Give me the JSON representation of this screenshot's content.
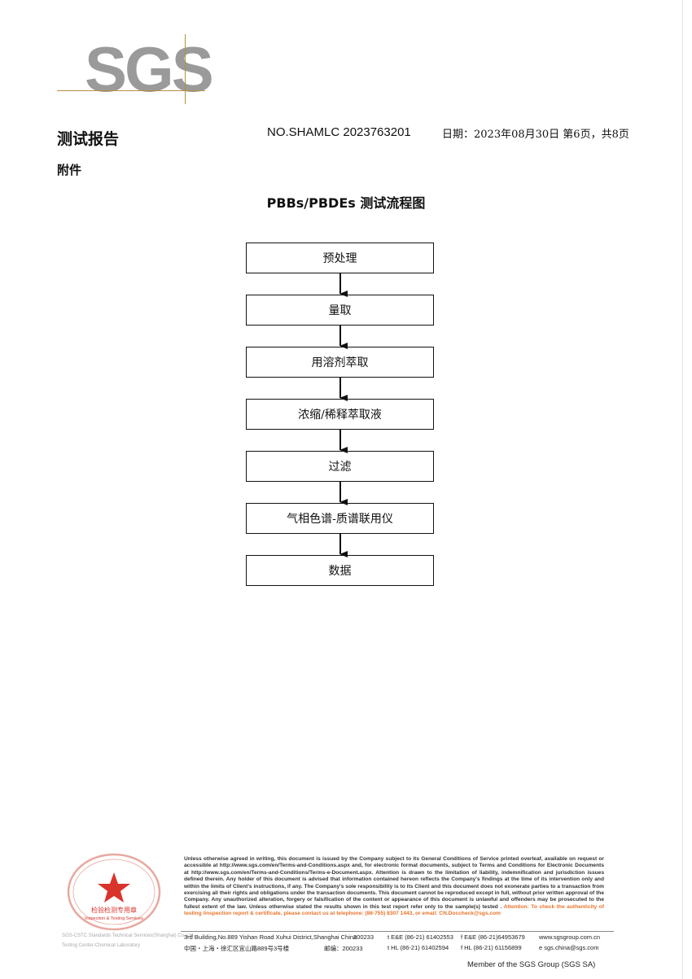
{
  "logo": {
    "text": "SGS",
    "color": "#9a9a9a",
    "accent": "#b98e3c"
  },
  "header": {
    "title": "测试报告",
    "report_no": "NO.SHAMLC 2023763201",
    "date_page": "日期：2023年08月30日  第6页，共8页",
    "attachment": "附件"
  },
  "flowchart": {
    "title": "PBBs/PBDEs 测试流程图",
    "steps": [
      "预处理",
      "量取",
      "用溶剂萃取",
      "浓缩/稀释萃取液",
      "过滤",
      "气相色谱-质谱联用仪",
      "数据"
    ]
  },
  "footer": {
    "disclaimer": "Unless otherwise agreed in writing, this document is issued by the Company subject to its General Conditions of Service printed overleaf, available on request or accessible at http://www.sgs.com/en/Terms-and-Conditions.aspx and, for electronic format documents, subject to Terms and Conditions for Electronic Documents at http://www.sgs.com/en/Terms-and-Conditions/Terms-e-Document.aspx. Attention is drawn to the limitation of liability, indemnification and jurisdiction issues defined therein. Any holder of this document is advised that information contained hereon reflects the Company's findings at the time of its intervention only and within the limits of Client's instructions, if any. The Company's sole responsibility is to its Client and this document does not exonerate parties to a transaction from exercising all their rights and obligations under the transaction documents. This document cannot be reproduced except in full, without prior written approval of the Company. Any unauthorized alteration, forgery or falsification of the content or appearance of this document is unlawful and offenders may be prosecuted to the fullest extent of the law. Unless otherwise stated the results shown in this test report refer only to the sample(s) tested .",
    "attention": "Attention: To check the authenticity of testing /inspection report & certificate, please contact us at telephone: (86-755) 8307 1443, or email: CN.Doccheck@sgs.com",
    "seal_label": "检验检测专用章",
    "seal_sub": "Inspection & Testing Services",
    "seal_caption1": "SGS-CSTC Standards Technical Services(Shanghai) Co.,Ltd.",
    "seal_caption2": "Testing Center-Chemical Laboratory",
    "address_en": "3rd Building,No.889 Yishan Road Xuhui District,Shanghai China",
    "zip_en": "200233",
    "tel_en": "t E&E (86-21) 61402553",
    "fax_en": "f E&E (86-21)64953679",
    "web": "www.sgsgroup.com.cn",
    "address_cn": "中国・上海・徐汇区宜山路889号3号楼",
    "zip_cn": "邮编：200233",
    "tel_cn": "t HL (86-21) 61402594",
    "fax_cn": "f HL (86-21) 61156899",
    "email": "e  sgs.china@sgs.com",
    "member": "Member of the SGS Group (SGS SA)"
  }
}
